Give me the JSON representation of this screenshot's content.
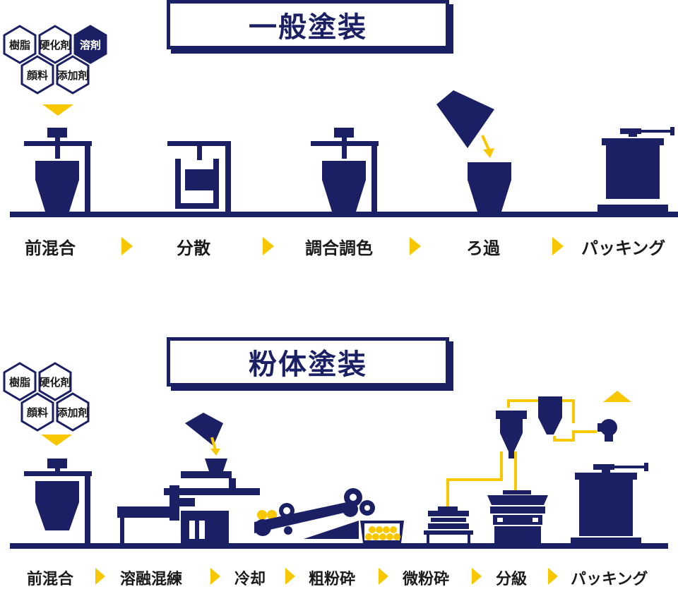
{
  "sections": [
    {
      "title": "一般塗装",
      "materials": [
        "樹脂",
        "硬化剤",
        "溶剤",
        "顔料",
        "添加剤"
      ],
      "highlighted_material": "溶剤",
      "steps": [
        "前混合",
        "分散",
        "調合調色",
        "ろ過",
        "パッキング"
      ]
    },
    {
      "title": "粉体塗装",
      "materials": [
        "樹脂",
        "硬化剤",
        "顔料",
        "添加剤"
      ],
      "steps": [
        "前混合",
        "溶融混練",
        "冷却",
        "粗粉砕",
        "微粉砕",
        "分級",
        "パッキング"
      ]
    }
  ],
  "colors": {
    "navy": "#1b1f63",
    "yellow": "#f7c700",
    "text": "#1a1a1a"
  }
}
